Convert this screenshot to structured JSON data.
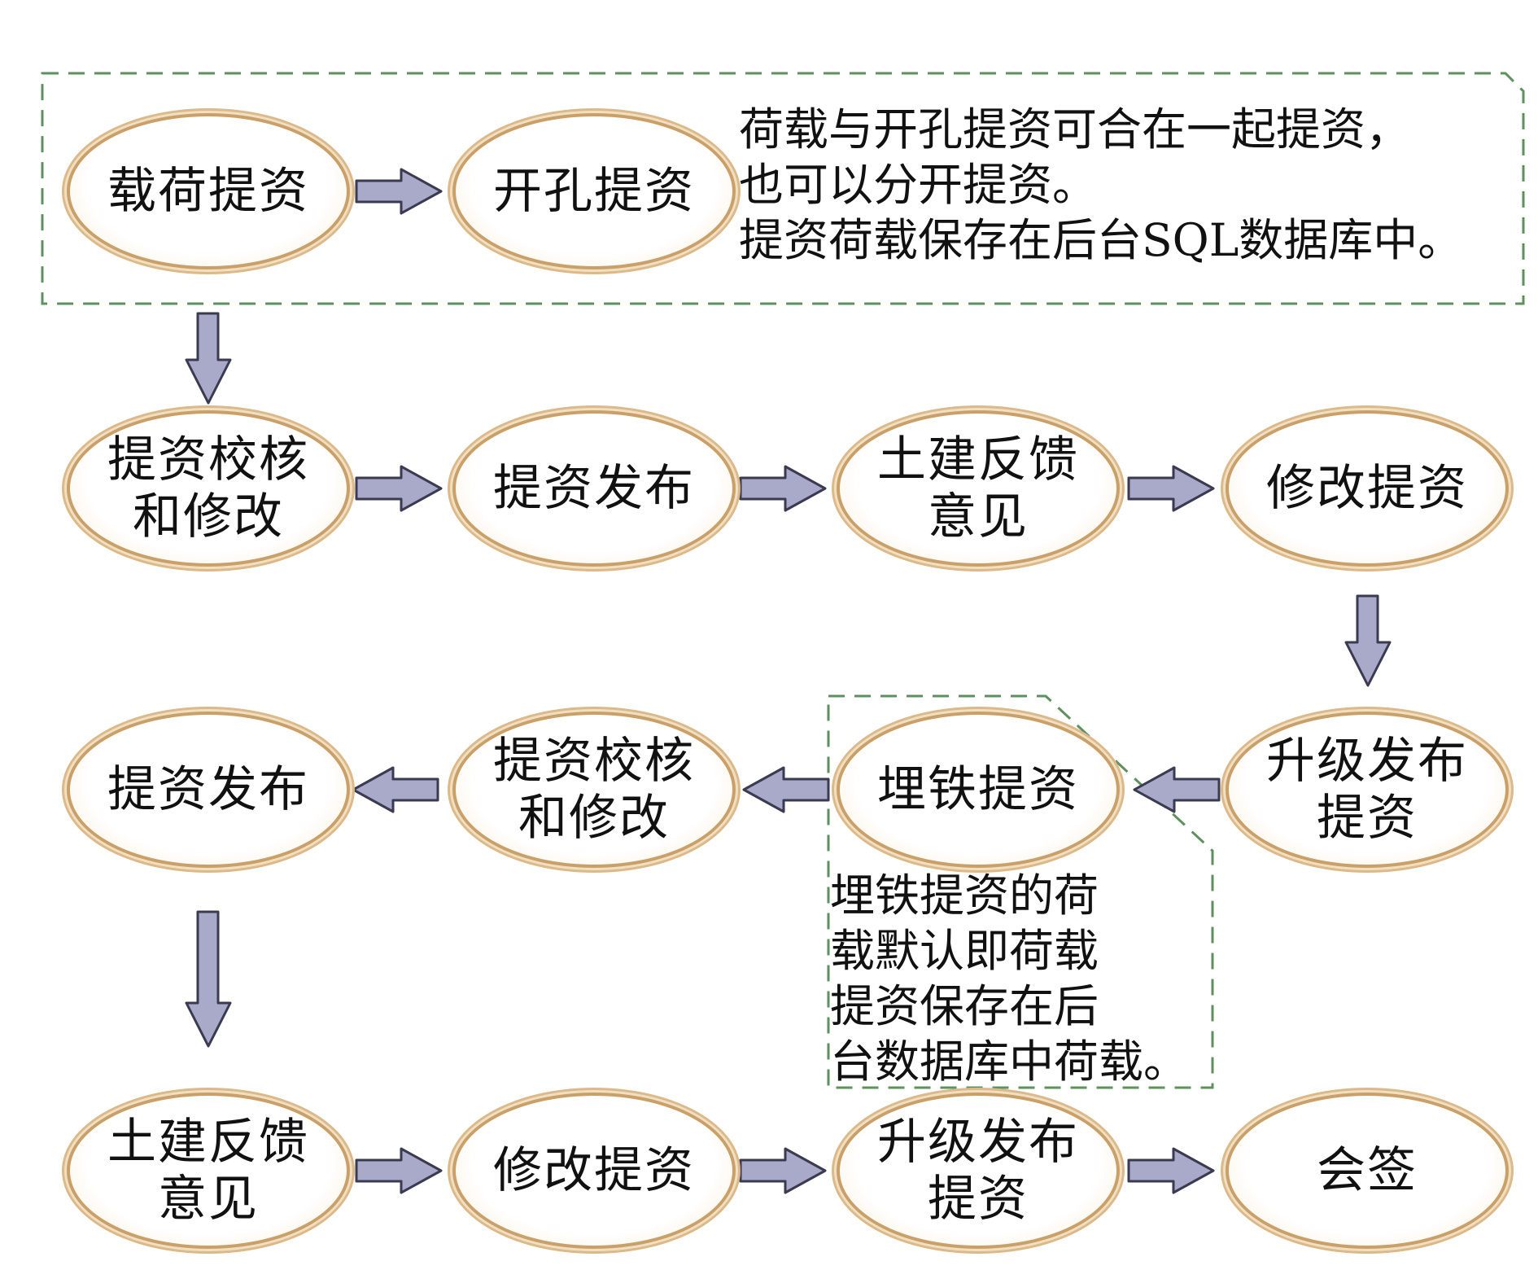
{
  "nodes": {
    "r1c1": "载荷提资",
    "r1c2": "开孔提资",
    "r2c1": "提资校核\n和修改",
    "r2c2": "提资发布",
    "r2c3": "土建反馈\n意见",
    "r2c4": "修改提资",
    "r3c4": "升级发布\n提资",
    "r3c3": "埋铁提资",
    "r3c2": "提资校核\n和修改",
    "r3c1": "提资发布",
    "r4c1": "土建反馈\n意见",
    "r4c2": "修改提资",
    "r4c3": "升级发布\n提资",
    "r4c4": "会签"
  },
  "notes": {
    "top": "荷载与开孔提资可合在一起提资，\n也可以分开提资。\n提资荷载保存在后台SQL数据库中。",
    "mid": "埋铁提资的荷\n载默认即荷载\n提资保存在后\n台数据库中荷载。"
  },
  "colors": {
    "arrow_fill": "#a9a9c9",
    "arrow_stroke": "#3a3a50",
    "dashed_border": "#5e9060",
    "node_border": "#c9a06a"
  }
}
